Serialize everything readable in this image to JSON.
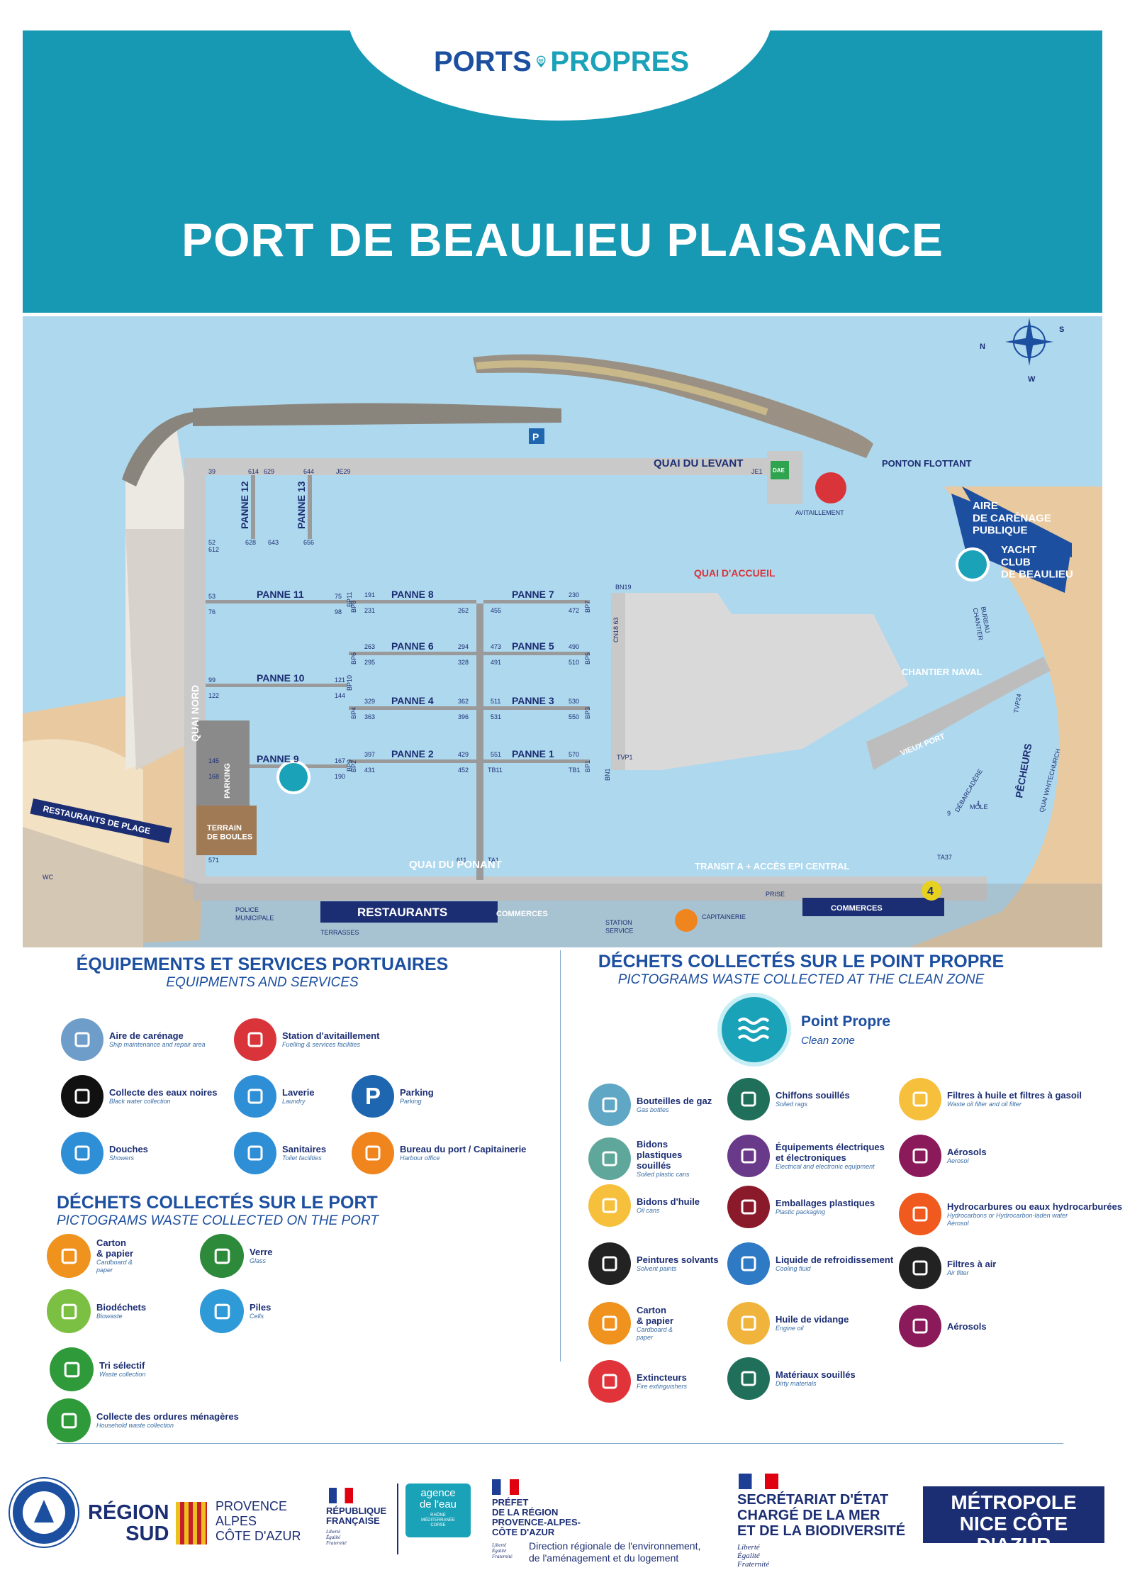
{
  "brand": {
    "word1": "PORTS",
    "word2": "PROPRES"
  },
  "title": "PORT DE BEAULIEU PLAISANCE",
  "colors": {
    "header": "#1798b3",
    "navy": "#1c2e73",
    "brand_blue": "#1c4fa0",
    "sea": "#aed8ee",
    "land": "#e8c9a0"
  },
  "map": {
    "compass": {
      "n": "N",
      "s": "S",
      "w": "W"
    },
    "labels": {
      "quai_levant": "QUAI DU LEVANT",
      "ponton_flottant": "PONTON FLOTTANT",
      "aire_carenage": "AIRE\nDE CARÉNAGE\nPUBLIQUE",
      "yacht_club": "YACHT\nCLUB\nDE BEAULIEU",
      "avitaillement": "AVITAILLEMENT",
      "quai_accueil": "QUAI D'ACCUEIL",
      "chantier_naval": "CHANTIER NAVAL",
      "bureau_chantier": "BUREAU\nCHANTIER",
      "vieux_port": "VIEUX PORT",
      "pecheurs": "PÊCHEURS",
      "debarcadere": "DÉBARCADÈRE",
      "mole": "MÔLE",
      "quai_whitechurch": "QUAI WHITECHURCH",
      "quai_nord": "QUAI NORD",
      "quai_ponant": "QUAI DU PONANT",
      "transit": "TRANSIT A + ACCÈS EPI CENTRAL",
      "restaurants_plage": "RESTAURANTS DE PLAGE",
      "terrain_boules": "TERRAIN\nDE BOULES",
      "parking": "PARKING",
      "restaurants": "RESTAURANTS",
      "commerces_left": "COMMERCES",
      "commerces_right": "COMMERCES",
      "terrasses": "TERRASSES",
      "station_service": "STATION\nSERVICE",
      "police": "POLICE\nMUNICIPALE",
      "capitainerie": "CAPITAINERIE",
      "prise": "PRISE",
      "dae": "DAE",
      "wc": "WC",
      "p": "P",
      "four": "4"
    },
    "pannes": [
      {
        "name": "PANNE 12"
      },
      {
        "name": "PANNE 13"
      },
      {
        "name": "PANNE 11"
      },
      {
        "name": "PANNE 10"
      },
      {
        "name": "PANNE 9"
      },
      {
        "name": "PANNE 8"
      },
      {
        "name": "PANNE 6"
      },
      {
        "name": "PANNE 4"
      },
      {
        "name": "PANNE 2"
      },
      {
        "name": "PANNE 7"
      },
      {
        "name": "PANNE 5"
      },
      {
        "name": "PANNE 3"
      },
      {
        "name": "PANNE 1"
      }
    ],
    "berths": {
      "b39": "39",
      "b614": "614",
      "b629": "629",
      "b644": "644",
      "je29": "JE29",
      "je1": "JE1",
      "b52": "52",
      "b612": "612",
      "b628": "628",
      "b643": "643",
      "b656": "656",
      "b53": "53",
      "b75": "75",
      "b76": "76",
      "b98": "98",
      "b99": "99",
      "b121": "121",
      "b122": "122",
      "b144": "144",
      "b145": "145",
      "b167": "167",
      "b168": "168",
      "b190": "190",
      "b571": "571",
      "bp11": "BP11",
      "bp10": "BP10",
      "bp9": "BP9",
      "b191": "191",
      "b231": "231",
      "b262": "262",
      "b263": "263",
      "b295": "295",
      "b294": "294",
      "b328": "328",
      "b329": "329",
      "b363": "363",
      "b362": "362",
      "b396": "396",
      "b397": "397",
      "b431": "431",
      "b429": "429",
      "b452": "452",
      "b611": "611",
      "bp8": "BP8",
      "bp6": "BP6",
      "bp4": "BP4",
      "bp2": "BP2",
      "b230": "230",
      "b455": "455",
      "b472": "472",
      "b473": "473",
      "b490": "490",
      "b491": "491",
      "b510": "510",
      "b511": "511",
      "b530": "530",
      "b531": "531",
      "b550": "550",
      "b551": "551",
      "b570": "570",
      "tb11": "TB11",
      "tb1": "TB1",
      "ta1": "TA1",
      "bp7": "BP7",
      "bp5": "BP5",
      "bp3": "BP3",
      "bp1": "BP1",
      "bn19": "BN19",
      "cn18": "CN18 63",
      "bn1": "BN1",
      "tvp1": "TVP1",
      "tvp24": "TVP24",
      "ta37": "TA37",
      "b9": "9",
      "b1": "1"
    }
  },
  "equip": {
    "title": "ÉQUIPEMENTS ET SERVICES PORTUAIRES",
    "subtitle": "EQUIPMENTS AND SERVICES",
    "items": [
      {
        "label": "Aire de carénage",
        "sub": "Ship maintenance and repair area",
        "color": "#6f9dc9",
        "icon": "careening-icon"
      },
      {
        "label": "Station d'avitaillement",
        "sub": "Fuelling & services facilities",
        "color": "#d9343a",
        "icon": "fuel-icon"
      },
      {
        "label": "Collecte des eaux noires",
        "sub": "Black water collection",
        "color": "#111111",
        "icon": "black-water-icon"
      },
      {
        "label": "Laverie",
        "sub": "Laundry",
        "color": "#2f8fd6",
        "icon": "laundry-icon"
      },
      {
        "label": "Parking",
        "sub": "Parking",
        "color": "#1f66b0",
        "icon": "parking-icon",
        "glyph": "P"
      },
      {
        "label": "Douches",
        "sub": "Showers",
        "color": "#2f8fd6",
        "icon": "shower-icon"
      },
      {
        "label": "Sanitaires",
        "sub": "Toilet facilities",
        "color": "#2f8fd6",
        "icon": "toilet-icon"
      },
      {
        "label": "Bureau du port / Capitainerie",
        "sub": "Harbour office",
        "color": "#f0851e",
        "icon": "harbour-office-icon"
      }
    ]
  },
  "port_waste": {
    "title": "DÉCHETS COLLECTÉS SUR LE PORT",
    "subtitle": "PICTOGRAMS WASTE COLLECTED ON THE PORT",
    "items": [
      {
        "label": "Carton\n& papier",
        "sub": "Cardboard &\npaper",
        "color": "#f0921e",
        "icon": "cardboard-icon"
      },
      {
        "label": "Verre",
        "sub": "Glass",
        "color": "#2d8a3a",
        "icon": "glass-bottle-icon"
      },
      {
        "label": "Biodéchets",
        "sub": "Biowaste",
        "color": "#7cc043",
        "icon": "apple-core-icon"
      },
      {
        "label": "Piles",
        "sub": "Cells",
        "color": "#2f9ad8",
        "icon": "battery-icon"
      },
      {
        "label": "Tri sélectif",
        "sub": "Waste collection",
        "color": "#2f9a3a",
        "icon": "recycle-icon"
      },
      {
        "label": "Collecte des ordures ménagères",
        "sub": "Household waste collection",
        "color": "#2f9a3a",
        "icon": "trash-bag-icon"
      }
    ]
  },
  "clean_waste": {
    "title": "DÉCHETS COLLECTÉS SUR LE POINT PROPRE",
    "subtitle": "PICTOGRAMS WASTE COLLECTED AT THE CLEAN ZONE",
    "point_label": "Point Propre",
    "point_sub": "Clean zone",
    "items": [
      {
        "label": "Bouteilles de gaz",
        "sub": "Gas bottles",
        "color": "#5fa7c4",
        "icon": "gas-bottle-icon"
      },
      {
        "label": "Chiffons souillés",
        "sub": "Soiled rags",
        "color": "#1f6f5a",
        "icon": "rag-icon"
      },
      {
        "label": "Filtres à huile et filtres à gasoil",
        "sub": "Waste oil filter and oil filter",
        "color": "#f7c03c",
        "icon": "oil-filter-icon"
      },
      {
        "label": "Bidons\nplastiques\nsouillés",
        "sub": "Soiled plastic cans",
        "color": "#5fa79a",
        "icon": "plastic-can-icon"
      },
      {
        "label": "Équipements  électriques\net électroniques",
        "sub": "Electrical and electronic equipment",
        "color": "#6a3a8a",
        "icon": "electronics-icon"
      },
      {
        "label": "Aérosols",
        "sub": "Aerosol",
        "color": "#8a1a5a",
        "icon": "aerosol-icon"
      },
      {
        "label": "Bidons d'huile",
        "sub": "Oil cans",
        "color": "#f7c03c",
        "icon": "oil-can-icon"
      },
      {
        "label": "Emballages plastiques",
        "sub": "Plastic packaging",
        "color": "#8a1a2a",
        "icon": "plastic-packaging-icon"
      },
      {
        "label": "Hydrocarbures ou eaux hydrocarburées",
        "sub": "Hydrocarbons or Hydrocarbon-laden water\nAérosol",
        "color": "#f05a1e",
        "icon": "flame-icon"
      },
      {
        "label": "Peintures solvants",
        "sub": "Solvent paints",
        "color": "#222222",
        "icon": "paint-icon"
      },
      {
        "label": "Liquide de refroidissement",
        "sub": "Cooling fluid",
        "color": "#2f7ac4",
        "icon": "thermometer-icon"
      },
      {
        "label": "Filtres à air",
        "sub": "Air filter",
        "color": "#222222",
        "icon": "air-filter-icon"
      },
      {
        "label": "Carton\n& papier",
        "sub": "Cardboard &\npaper",
        "color": "#f0921e",
        "icon": "cardboard-icon"
      },
      {
        "label": "Huile de vidange",
        "sub": "Engine oil",
        "color": "#f0b43c",
        "icon": "engine-oil-icon"
      },
      {
        "label": "Aérosols",
        "sub": "",
        "color": "#8a1a5a",
        "icon": "aerosol-icon"
      },
      {
        "label": "Extincteurs",
        "sub": "Fire extinguishers",
        "color": "#e0343a",
        "icon": "extinguisher-icon"
      },
      {
        "label": "Matériaux souillés",
        "sub": "Dirty materials",
        "color": "#1f6f5a",
        "icon": "dirty-materials-icon"
      }
    ]
  },
  "footer": {
    "region_sud": "RÉGION\nSUD",
    "provence": "PROVENCE\nALPES\nCÔTE D'AZUR",
    "republique": "RÉPUBLIQUE\nFRANÇAISE",
    "devise": "Liberté\nÉgalité\nFraternité",
    "agence": "agence\nde l'eau",
    "agence_sub": "RHÔNE\nMÉDITERRANÉE\nCORSE",
    "prefet": "PRÉFET\nDE LA RÉGION\nPROVENCE-ALPES-\nCÔTE D'AZUR",
    "dreal": "Direction régionale de l'environnement,\nde l'aménagement et du logement",
    "secretariat": "SECRÉTARIAT D'ÉTAT\nCHARGÉ DE LA MER\nET DE LA BIODIVERSITÉ",
    "metropole": "MÉTROPOLE\nNICE CÔTE D'AZUR"
  }
}
